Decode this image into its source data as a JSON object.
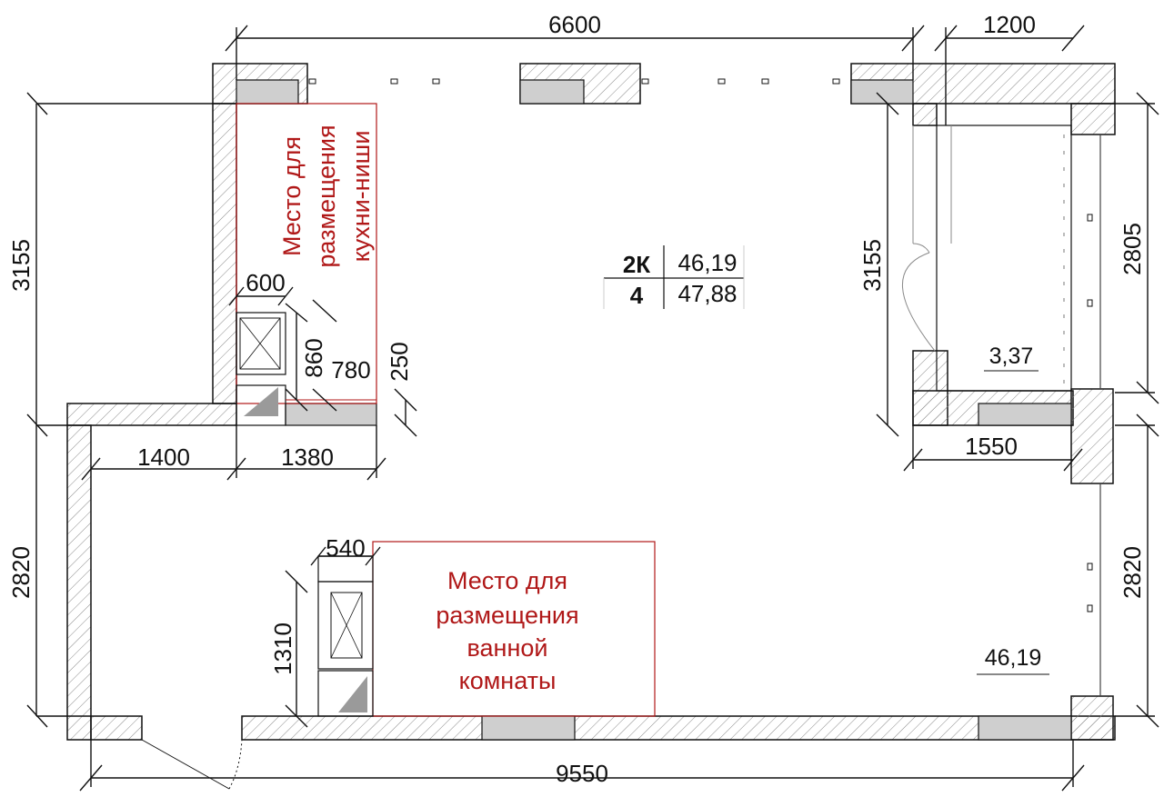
{
  "apartment": {
    "type_code": "2К",
    "floor": "4",
    "area_living": "46,19",
    "area_total": "47,88"
  },
  "rooms": {
    "main_area": "46,19",
    "balcony_area": "3,37"
  },
  "labels": {
    "kitchen_niche": [
      "Место для",
      "размещения",
      "кухни-ниши"
    ],
    "bathroom": [
      "Место для",
      "размещения",
      "ванной",
      "комнаты"
    ]
  },
  "dimensions": {
    "top_width": "6600",
    "balcony_width": "1200",
    "left_upper_height": "3155",
    "balcony_inner_height": "3155",
    "right_upper_height": "2805",
    "left_lower_height": "2820",
    "right_lower_height": "2820",
    "bottom_width": "9550",
    "notch_width": "1400",
    "kitchen_zone_width": "1380",
    "balcony_bottom_width": "1550",
    "fridge_width": "600",
    "fridge_depth": "860",
    "counter_width": "780",
    "counter_offset": "250",
    "vent_width": "540",
    "bath_length": "1310"
  },
  "colors": {
    "wall_stroke": "#111111",
    "window_fill": "#cfcfcf",
    "annotation_red": "#b01818"
  }
}
